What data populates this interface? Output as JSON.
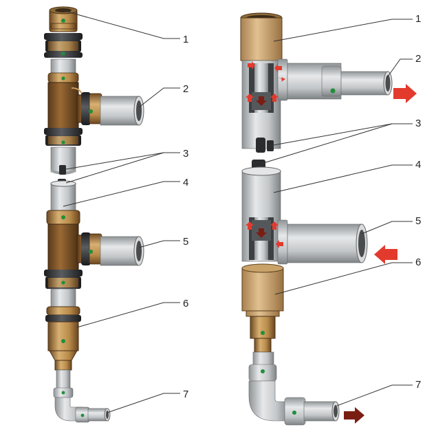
{
  "left_assembly": {
    "callouts": [
      "1",
      "2",
      "3",
      "4",
      "5",
      "6",
      "7"
    ]
  },
  "right_assembly": {
    "callouts": [
      "1",
      "2",
      "3",
      "4",
      "5",
      "6",
      "7"
    ]
  },
  "colors": {
    "brass": "#b58a4a",
    "brass_dark": "#7a5428",
    "steel": "#c9ccce",
    "steel_dark": "#8f9497",
    "black_seal": "#2a2c2e",
    "green_dot": "#1f8f3a",
    "flow_red": "#e23b2e",
    "flow_dark_red": "#7a1e14"
  }
}
